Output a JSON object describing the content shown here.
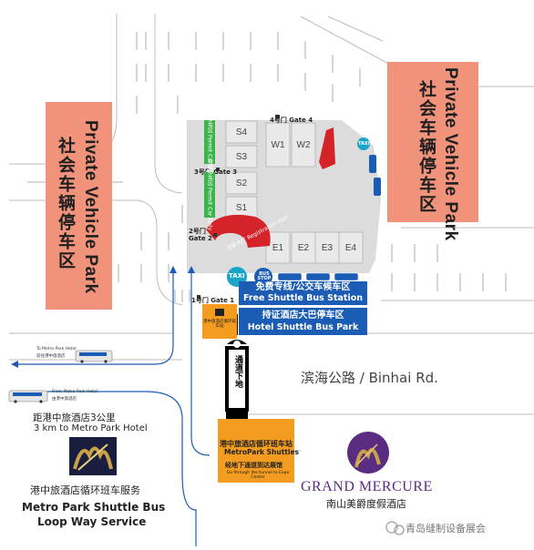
{
  "private_parks": {
    "left": {
      "en": "Private Vehicle Park",
      "cn": "社会车辆停车区"
    },
    "right": {
      "en": "Private Vehicle Park",
      "cn": "社会车辆停车区"
    }
  },
  "halls": {
    "west": [
      "S4",
      "S3",
      "S2",
      "S1"
    ],
    "west_wide": [
      "W1",
      "W2"
    ],
    "east": [
      "E1",
      "E2",
      "E3",
      "E4"
    ]
  },
  "gates": {
    "g4": "4号门 Gate 4",
    "g3": "3号门 Gate 3",
    "g2": "2号门 Gate 2",
    "g1": "1号门 Gate 1"
  },
  "permit_car": {
    "line1": "持证停车区 Permit Car Only",
    "line2": "持证停车区 Permit Car Only"
  },
  "registration_hall": "注册大厅 Registration Hall",
  "taxi": {
    "south": "TAXI",
    "north": "TAXI"
  },
  "bus_stop": "BUS STOP",
  "shuttle_station": {
    "cn": "免费专线/公交车候车区",
    "en": "Free Shuttle Bus Station"
  },
  "hotel_bus_park": {
    "cn": "持证酒店大巴停车区",
    "en": "Hotel Shuttle Bus Park"
  },
  "tunnel": "通道下地",
  "road": "滨海公路 / Binhai Rd.",
  "to_metro": {
    "en": "To Metro Park Hotel",
    "cn": "前往港中旅酒店"
  },
  "from_metro": {
    "en": "From Metro Park Hotel",
    "cn": "由港中旅酒店"
  },
  "distance": {
    "cn": "距港中旅酒店3公里",
    "en": "3 km to Metro Park Hotel"
  },
  "metro_shuttle_box": {
    "cn": "港中旅酒店循环班车站",
    "en": "MetroPark Shuttles",
    "cn2": "经地下通道到达展馆",
    "en2": "Go through the tunnel to Expo Center"
  },
  "metro_service": {
    "cn": "港中旅酒店循环班车服务",
    "en1": "Metro Park Shuttle Bus",
    "en2": "Loop Way Service"
  },
  "grand_mercure": {
    "en": "GRAND MERCURE",
    "cn": "南山美爵度假酒店"
  },
  "watermark": "青岛缝制设备展会",
  "colors": {
    "private_park": "#f0937a",
    "bus_blue": "#1b5cb4",
    "permit_green": "#3bb44a",
    "reg_red": "#d5232a",
    "taxi_teal": "#1aa4c8",
    "orange": "#f39c1f",
    "mercure_purple": "#5a2d82",
    "mercure_gold": "#c8a24a"
  }
}
